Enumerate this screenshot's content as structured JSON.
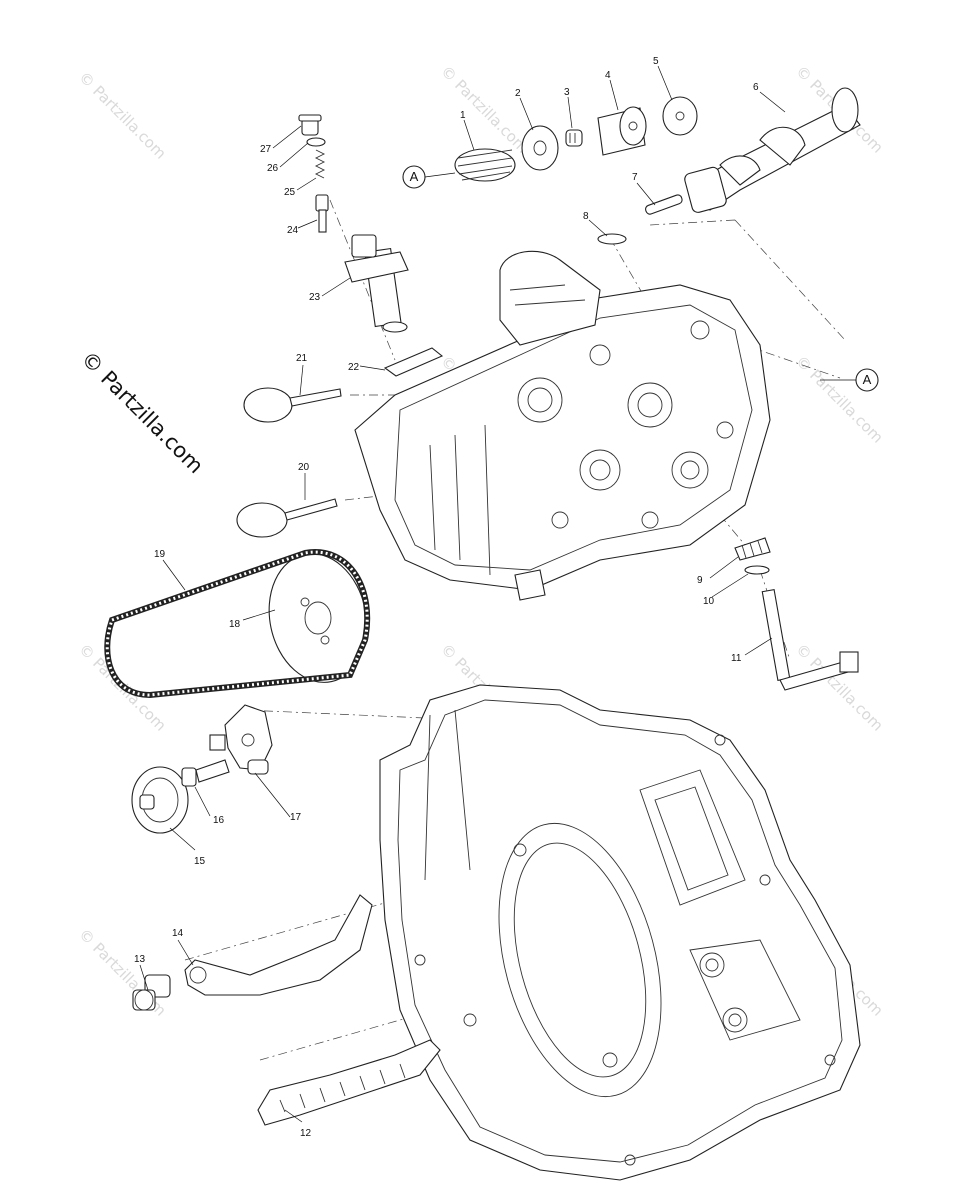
{
  "watermark": {
    "brand_text": "© Partzilla.com",
    "tile_text": "© Partzilla.com"
  },
  "ref_marks": {
    "a_top": "A",
    "a_right": "A"
  },
  "callouts": [
    "1",
    "2",
    "3",
    "4",
    "5",
    "6",
    "7",
    "8",
    "9",
    "10",
    "11",
    "12",
    "13",
    "14",
    "15",
    "16",
    "17",
    "18",
    "19",
    "20",
    "21",
    "22",
    "23",
    "24",
    "25",
    "26",
    "27"
  ]
}
